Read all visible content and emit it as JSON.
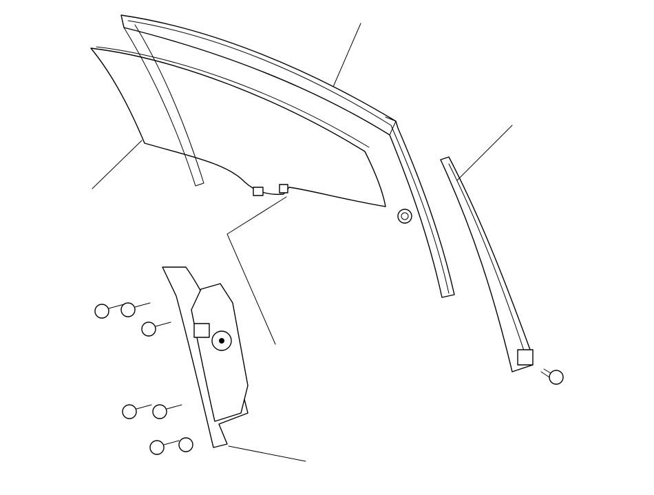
{
  "diagram": {
    "parts": [
      {
        "id": "door-glass",
        "name": "door-glass"
      },
      {
        "id": "glass-run-channel",
        "name": "glass-run-channel"
      },
      {
        "id": "rear-lower-channel",
        "name": "rear-lower-channel"
      },
      {
        "id": "window-regulator",
        "name": "window-regulator"
      },
      {
        "id": "channel-nut",
        "name": "channel-nut"
      },
      {
        "id": "channel-bolt",
        "name": "channel-bolt"
      },
      {
        "id": "regulator-bolts",
        "name": "regulator-bolts",
        "count": 6
      }
    ],
    "labels": []
  },
  "colors": {
    "line": "#000000",
    "background": "#ffffff"
  }
}
